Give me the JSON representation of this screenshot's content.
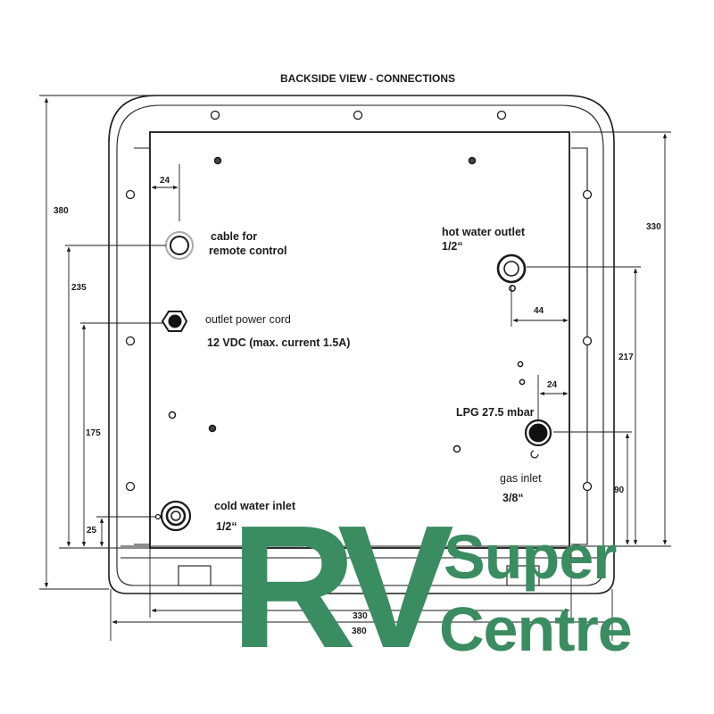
{
  "title": "BACKSIDE VIEW - CONNECTIONS",
  "labels": {
    "cable_line1": "cable for",
    "cable_line2": "remote control",
    "outlet_power_cord": "outlet power cord",
    "power_spec": "12 VDC (max. current 1.5A)",
    "cold_water_line1": "cold water inlet",
    "cold_water_line2": "1/2“",
    "hot_water_line1": "hot water outlet",
    "hot_water_line2": "1/2“",
    "lpg": "LPG 27.5 mbar",
    "gas_inlet_line1": "gas inlet",
    "gas_inlet_line2": "3/8“"
  },
  "dimensions": {
    "left_height": "380",
    "right_height": "330",
    "cable_height": "235",
    "power_height": "175",
    "cold_water_height": "25",
    "hot_water_height": "217",
    "gas_height": "90",
    "cable_offset": "24",
    "hot_water_offset": "44",
    "gas_offset": "24",
    "inner_width": "330",
    "outer_width": "380"
  },
  "logo": {
    "rv": "RV",
    "line1": "Super",
    "line2": "Centre",
    "color": "#3a8c61"
  },
  "colors": {
    "line": "#1a1a1a",
    "logo": "#3a8c61"
  }
}
